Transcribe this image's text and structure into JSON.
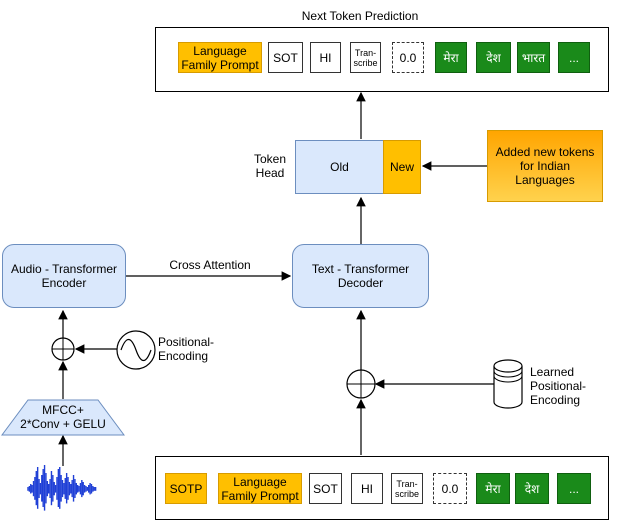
{
  "top_title": "Next Token Prediction",
  "top_tokens": [
    {
      "text": "Language\nFamily Prompt",
      "style": "orange"
    },
    {
      "text": "SOT",
      "style": "white"
    },
    {
      "text": "HI",
      "style": "white"
    },
    {
      "text": "Tran-\nscribe",
      "style": "white"
    },
    {
      "text": "0.0",
      "style": "dashed"
    },
    {
      "text": "मेरा",
      "style": "green"
    },
    {
      "text": "देश",
      "style": "green"
    },
    {
      "text": "भारत",
      "style": "green"
    },
    {
      "text": "...",
      "style": "green"
    }
  ],
  "token_head": {
    "label": "Token\nHead",
    "old": "Old",
    "new": "New"
  },
  "added_tokens": "Added new tokens\nfor Indian\nLanguages",
  "audio_encoder": "Audio - Transformer\nEncoder",
  "text_decoder": "Text - Transformer\nDecoder",
  "cross_attention": "Cross Attention",
  "positional_encoding": "Positional-\nEncoding",
  "learned_positional_encoding": "Learned\nPositional-\nEncoding",
  "mfcc": "MFCC+\n2*Conv + GELU",
  "bottom_tokens": [
    {
      "text": "SOTP",
      "style": "orange"
    },
    {
      "text": "Language\nFamily Prompt",
      "style": "orange"
    },
    {
      "text": "SOT",
      "style": "white"
    },
    {
      "text": "HI",
      "style": "white"
    },
    {
      "text": "Tran-\nscribe",
      "style": "white"
    },
    {
      "text": "0.0",
      "style": "dashed"
    },
    {
      "text": "मेरा",
      "style": "green"
    },
    {
      "text": "देश",
      "style": "green"
    },
    {
      "text": "...",
      "style": "green"
    }
  ],
  "colors": {
    "blue_fill": "#dae8fc",
    "blue_stroke": "#6c8ebf",
    "orange": "#ffbf00",
    "green": "#1a8a1a"
  }
}
